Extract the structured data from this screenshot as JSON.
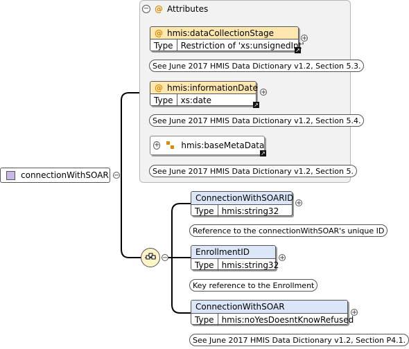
{
  "attributes_group": {
    "title": "Attributes",
    "attributes": [
      {
        "name": "hmis:dataCollectionStage",
        "type_label": "Type",
        "type_value": "Restriction of 'xs:unsignedInt'",
        "doc": "See June 2017 HMIS Data Dictionary v1.2, Section 5.3."
      },
      {
        "name": "hmis:informationDate",
        "type_label": "Type",
        "type_value": "xs:date",
        "doc": "See June 2017 HMIS Data Dictionary v1.2, Section 5.4."
      }
    ],
    "group_ref": {
      "name": "hmis:baseMetaData",
      "doc": "See June 2017 HMIS Data Dictionary v1.2, Section 5."
    }
  },
  "root_element": {
    "name": "connectionWithSOAR"
  },
  "children": [
    {
      "name": "ConnectionWithSOARID",
      "type_label": "Type",
      "type_value": "hmis:string32",
      "doc": "Reference to the connectionWithSOAR's unique ID"
    },
    {
      "name": "EnrollmentID",
      "type_label": "Type",
      "type_value": "hmis:string32",
      "doc": "Key reference to the Enrollment"
    },
    {
      "name": "ConnectionWithSOAR",
      "type_label": "Type",
      "type_value": "hmis:noYesDoesntKnowRefused",
      "doc": "See June 2017 HMIS Data Dictionary v1.2, Section P4.1."
    }
  ],
  "icons": {
    "collapse": "minus-circle-icon",
    "expand": "plus-circle-icon",
    "attribute": "at-sign-icon",
    "sequence": "sequence-compositor-icon",
    "group": "attribute-group-icon",
    "reference": "reference-arrow-icon"
  },
  "colors": {
    "attribute_header": "#ffe8b0",
    "element_header": "#dbe7f8",
    "group_background": "#f2f2f2",
    "attribute_symbol": "#e08a00"
  }
}
